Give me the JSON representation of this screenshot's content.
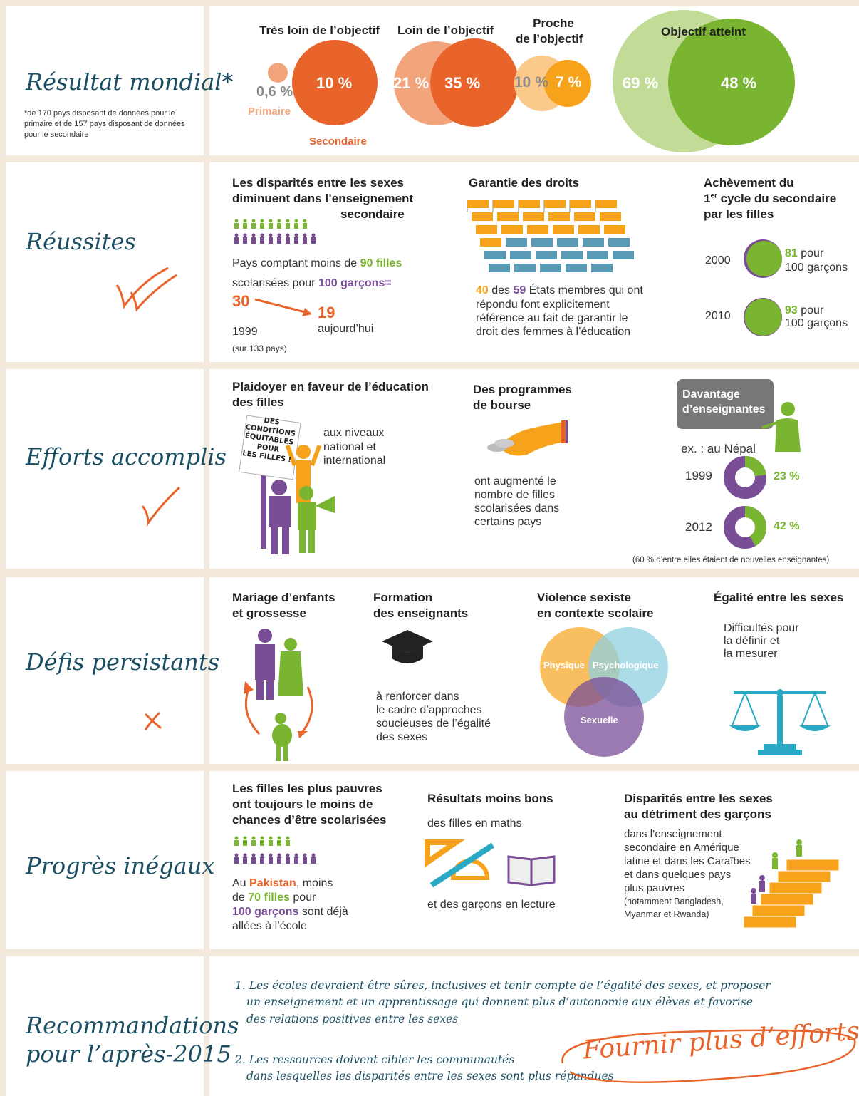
{
  "rows": {
    "r1": {
      "label": "Résultat mondial*",
      "note": "*de 170 pays disposant de données pour le primaire et de 157 pays disposant de données pour le secondaire"
    },
    "r2": {
      "label": "Réussites"
    },
    "r3": {
      "label": "Efforts accomplis"
    },
    "r4": {
      "label": "Défis persistants"
    },
    "r5": {
      "label": "Progrès inégaux"
    },
    "r6": {
      "label_line1": "Recommandations",
      "label_line2": "pour l’après-2015"
    }
  },
  "global": {
    "h1": "Très loin de l’objectif",
    "h2": "Loin de l’objectif",
    "h3a": "Proche",
    "h3b": "de l’objectif",
    "h4": "Objectif atteint",
    "c1_primary": "0,6 %",
    "c1_secondary": "10 %",
    "primary_label": "Primaire",
    "secondary_label": "Secondaire",
    "c2_primary": "21 %",
    "c2_secondary": "35 %",
    "c3_primary": "10 %",
    "c3_secondary": "7 %",
    "c4_primary": "69 %",
    "c4_secondary": "48 %"
  },
  "success": {
    "disp_title1": "Les disparités entre les sexes",
    "disp_title2": "diminuent dans l’enseignement",
    "disp_title3": "secondaire",
    "pays_a": "Pays comptant moins de ",
    "pays_b": "90 filles",
    "scol_a": "scolarisées pour ",
    "scol_b": "100 garçons=",
    "v1999": "30",
    "vnow": "19",
    "y1999": "1999",
    "ynow": "aujourd’hui",
    "sur": "(sur 133 pays)",
    "garantie_title": "Garantie des droits",
    "garantie_n1": "40",
    "garantie_t1": " des ",
    "garantie_n2": "59",
    "garantie_t2": " États membres qui ont",
    "garantie_l2": "répondu font explicitement",
    "garantie_l3": "référence au fait de garantir le",
    "garantie_l4": "droit des femmes à l’éducation",
    "ach_title1": "Achèvement du",
    "ach_title2a": "1",
    "ach_title2sup": "er",
    "ach_title2b": " cycle du secondaire",
    "ach_title3": "par les filles",
    "ach_y1": "2000",
    "ach_v1": "81",
    "ach_y2": "2010",
    "ach_v2": "93",
    "ach_pour": " pour",
    "ach_garcons": "100 garçons"
  },
  "efforts": {
    "plaid_title1": "Plaidoyer en faveur de l’éducation",
    "plaid_title2": "des filles",
    "sign1": "DES",
    "sign2": "CONDITIONS",
    "sign3": "ÉQUITABLES",
    "sign4": "POUR",
    "sign5": "LES FILLES !",
    "plaid_t1": "aux niveaux",
    "plaid_t2": "national et",
    "plaid_t3": "international",
    "bourse_title1": "Des programmes",
    "bourse_title2": "de bourse",
    "bourse_t1": "ont augmenté le",
    "bourse_t2": "nombre de filles",
    "bourse_t3": "scolarisées dans",
    "bourse_t4": "certains pays",
    "ens_title1": "Davantage",
    "ens_title2": "d’enseignantes",
    "ex": "ex. : au Népal",
    "y1": "1999",
    "v1": "23 %",
    "y2": "2012",
    "v2": "42 %",
    "note": "(60 % d’entre elles étaient de nouvelles enseignantes)"
  },
  "defis": {
    "mar_title1": "Mariage d’enfants",
    "mar_title2": "et grossesse",
    "form_title1": "Formation",
    "form_title2": "des enseignants",
    "form_t1": "à renforcer dans",
    "form_t2": "le cadre d’approches",
    "form_t3": "soucieuses de l’égalité",
    "form_t4": "des sexes",
    "viol_title1": "Violence sexiste",
    "viol_title2": "en contexte scolaire",
    "v_physique": "Physique",
    "v_psycho": "Psychologique",
    "v_sexuelle": "Sexuelle",
    "ega_title": "Égalité entre les sexes",
    "ega_t1": "Difficultés pour",
    "ega_t2": "la définir et",
    "ega_t3": "la mesurer"
  },
  "inegaux": {
    "pauv_title1": "Les filles les plus pauvres",
    "pauv_title2": "ont toujours le moins de",
    "pauv_title3": "chances d’être scolarisées",
    "pak_a": "Au ",
    "pak_b": "Pakistan",
    "pak_c": ", moins",
    "pak_d": "de ",
    "pak_e": "70 filles",
    "pak_f": " pour",
    "pak_g": "100 garçons",
    "pak_h": " sont déjà",
    "pak_i": "allées à l’école",
    "res_title": "Résultats moins bons",
    "res_t1": "des filles en maths",
    "res_t2": "et des garçons en lecture",
    "disp_title1": "Disparités entre les sexes",
    "disp_title2": "au détriment des garçons",
    "disp_t1": "dans l’enseignement",
    "disp_t2": "secondaire en Amérique",
    "disp_t3": "latine et dans les Caraïbes",
    "disp_t4": "et dans quelques pays",
    "disp_t5": "plus pauvres",
    "disp_t6": "(notamment Bangladesh,",
    "disp_t7": "Myanmar et Rwanda)"
  },
  "reco": {
    "r1a": "1. Les écoles devraient être sûres, inclusives et tenir compte de l’égalité des sexes, et proposer",
    "r1b": "un enseignement et un apprentissage qui donnent plus d’autonomie aux élèves et favorise",
    "r1c": "des relations positives entre les sexes",
    "r2a": "2. Les ressources doivent cibler les communautés",
    "r2b": "dans lesquelles les disparités entre les sexes sont plus répandues",
    "stamp": "Fournir plus d’efforts"
  },
  "colors": {
    "orange": "#e8642a",
    "lightorange": "#f2a57c",
    "gold": "#f7a21b",
    "lightgold": "#fbc98a",
    "green": "#7ab532",
    "lightgreen": "#c2dc97",
    "purple": "#7a4e97",
    "teal": "#1a4f63",
    "cyan": "#29a9c6"
  }
}
